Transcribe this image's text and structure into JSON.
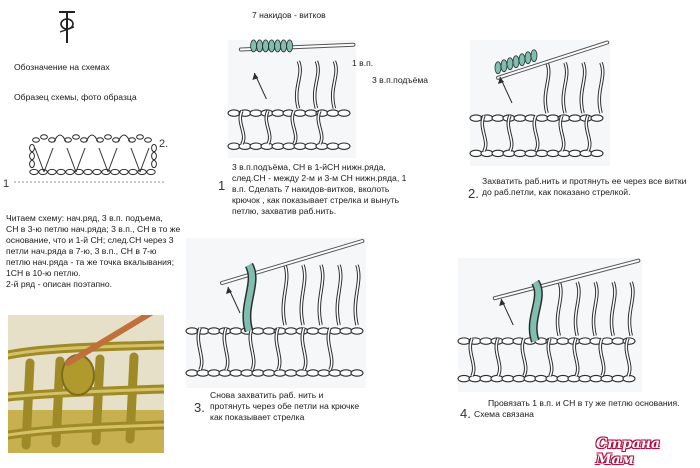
{
  "legend": {
    "caption": "Обозначение на схемах",
    "sample_caption": "Образец  схемы, фото образца"
  },
  "schema_note": {
    "row_marker_1": "1",
    "row_marker_2": "2."
  },
  "reading_text": [
    "Читаем схему: нач.ряд, 3 в.п. подъема,",
    "СН в 3-ю петлю нач.ряда; 3 в.п., СН в то же",
    "основание, что и 1-й СН;  след.СН через 3",
    "петли нач.ряда в 7-ю, 3 в.п., СН в 7-ю",
    "петлю нач.ряда - та же точка вкалывания;",
    "1СН в 10-ю петлю.",
    "2-й ряд - описан поэтапно."
  ],
  "steps": [
    {
      "number": "1",
      "top_label": "7  накидов - витков",
      "label_vp": "1 в.п.",
      "label_lift": "3 в.п.подъёма",
      "text": [
        "3 в.п.подъёма, СН в 1-йСН нижн.ряда,",
        "след.СН - между 2-м и 3-м СН нижн.ряда, 1",
        "в.п.    Сделать 7 накидов-витков, вколоть",
        "крючок , как показывает стрелка и вынуть",
        "петлю, захватив раб.нить."
      ]
    },
    {
      "number": "2.",
      "text": [
        "Захватить раб.нить и протянуть ее через все  витки",
        "до раб.петли, как показано стрелкой."
      ]
    },
    {
      "number": "3.",
      "text": [
        "Снова захватить раб. нить и",
        "протянуть через обе петли на крючке",
        "как показывает стрелка"
      ]
    },
    {
      "number": "4.",
      "text": [
        "Провязать 1 в.п. и СН в ту же петлю основания.",
        "Схема связана"
      ]
    }
  ],
  "watermark": "Страна Мам",
  "colors": {
    "yarn": "#7fbfb0",
    "stitch": "#2d2d2d",
    "photo_bg": "#e7e0c8",
    "photo_yarn": "#b09a2e",
    "hook": "#c0703a",
    "watermark": "#b01040"
  }
}
